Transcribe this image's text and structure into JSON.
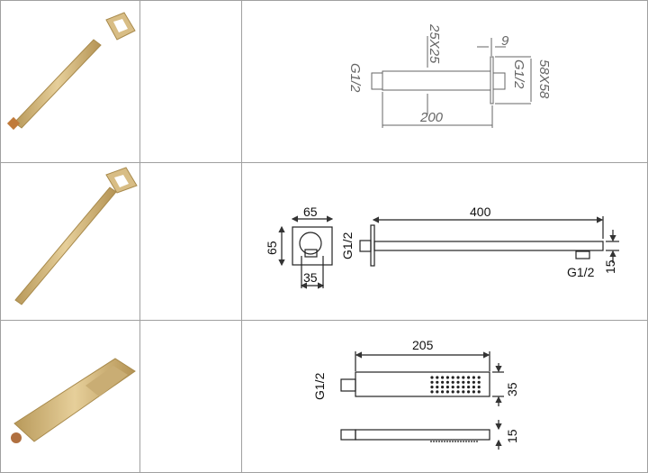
{
  "rows": [
    {
      "name": "ceiling-shower-arm",
      "dims": {
        "length": "200",
        "section": "25X25",
        "flange_thickness": "9",
        "flange_size": "58X58",
        "inlet": "G1/2",
        "outlet": "G1/2"
      }
    },
    {
      "name": "wall-shower-arm",
      "dims": {
        "length": "400",
        "flange_width": "65",
        "flange_height": "65",
        "inner": "35",
        "inlet": "G1/2",
        "outlet": "G1/2",
        "thickness": "15"
      }
    },
    {
      "name": "hand-shower",
      "dims": {
        "length": "205",
        "width": "35",
        "thickness": "15",
        "inlet": "G1/2"
      }
    }
  ],
  "colors": {
    "gold": "#d4b679",
    "gold_dark": "#a88a4c",
    "line": "#a0a0a0"
  }
}
